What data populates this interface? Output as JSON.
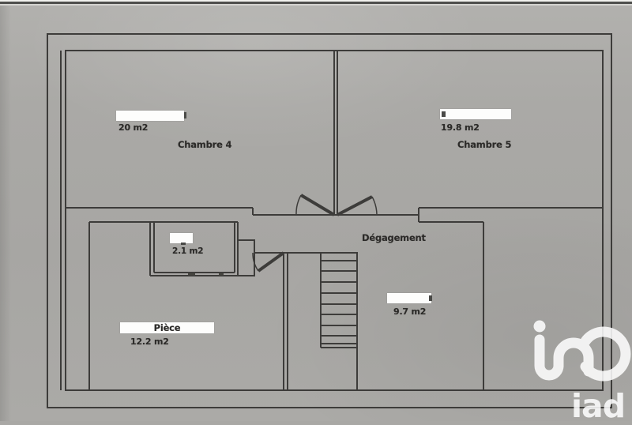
{
  "document": {
    "kind": "scanned floor plan"
  },
  "rooms": {
    "chambre4": {
      "name": "Chambre 4",
      "area": "20 m2"
    },
    "chambre5": {
      "name": "Chambre 5",
      "area": "19.8 m2"
    },
    "degagement": {
      "name": "Dégagement"
    },
    "closet": {
      "area": "2.1 m2"
    },
    "piece": {
      "name": "Pièce",
      "area": "12.2 m2"
    },
    "room_right": {
      "area": "9.7 m2"
    }
  },
  "watermark": {
    "brand": "iad"
  },
  "colors": {
    "paper": "#a9a8a5",
    "wall_line": "#3d3c3a",
    "redaction": "#fdfdfc",
    "label_text": "#2b2a28",
    "watermark": "#ffffff"
  }
}
